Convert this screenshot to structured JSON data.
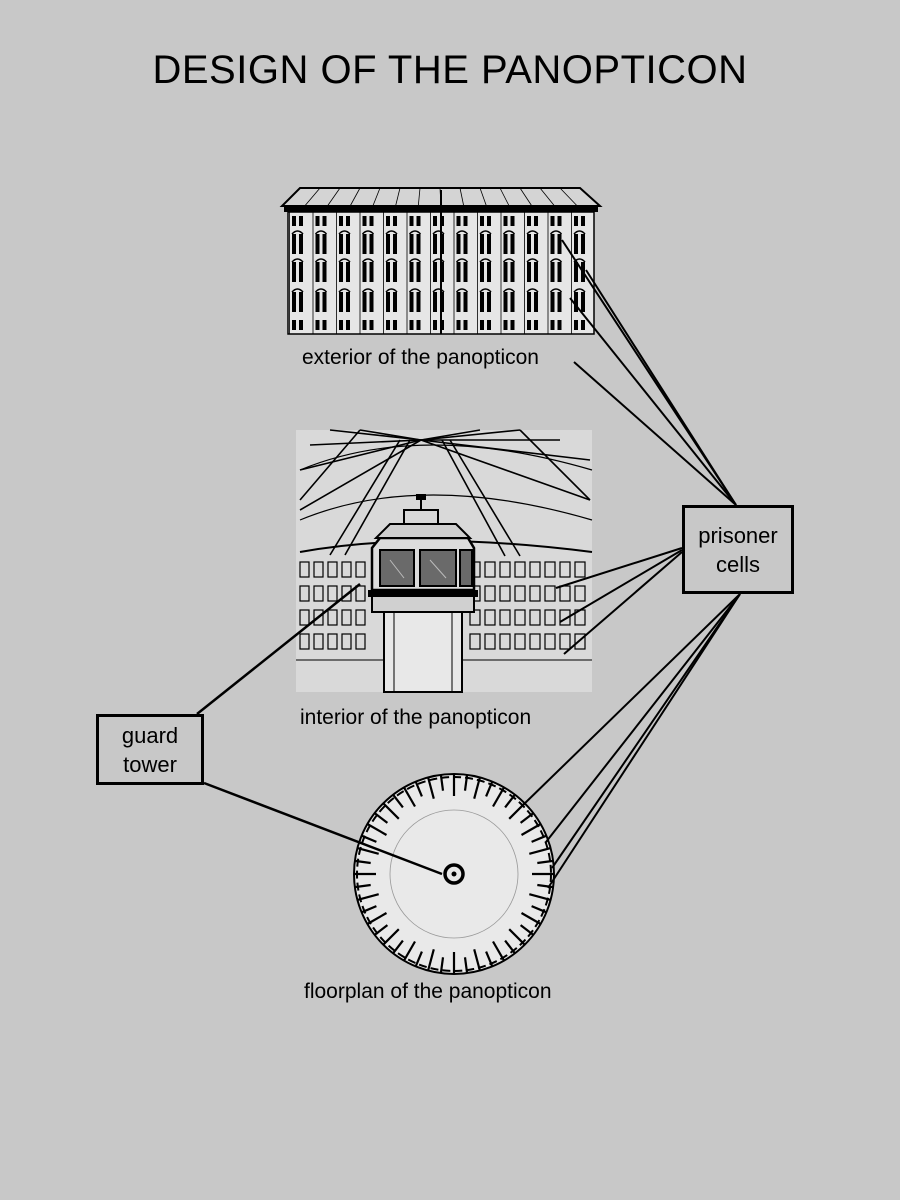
{
  "title": "DESIGN OF THE PANOPTICON",
  "captions": {
    "exterior": "exterior of the panopticon",
    "interior": "interior of the panopticon",
    "floorplan": "floorplan of the panopticon"
  },
  "callouts": {
    "prisoner_cells": [
      "prisoner",
      "cells"
    ],
    "guard_tower": [
      "guard",
      "tower"
    ]
  },
  "colors": {
    "background": "#c8c8c8",
    "ink": "#000000"
  }
}
